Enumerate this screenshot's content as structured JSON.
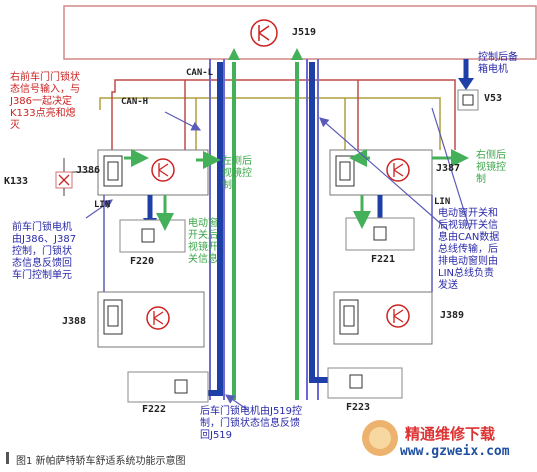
{
  "modules": {
    "j519": "J519",
    "j386": "J386",
    "j387": "J387",
    "j388": "J388",
    "j389": "J389",
    "k133": "K133",
    "v53": "V53",
    "f220": "F220",
    "f221": "F221",
    "f222": "F222",
    "f223": "F223"
  },
  "bus": {
    "can_l": "CAN-L",
    "can_h": "CAN-H",
    "lin_left": "LIN",
    "lin_right": "LIN"
  },
  "annotations": {
    "front_lock_status": "右前车门门锁状\n态信号输入，与\nJ386一起决定\nK133点亮和熄\n灭",
    "rear_trunk_motor": "控制后备\n箱电机",
    "left_mirror": "左侧后\n视镜控\n制",
    "right_mirror": "右侧后\n视镜控\n制",
    "front_lock_motor": "前车门锁电机\n由J386、J387\n控制，门锁状\n态信息反馈回\n车门控制单元",
    "window_switch": "电动窗\n开关后\n视镜开\n关信息",
    "can_lin_info": "电动窗开关和\n后视镜开关信\n息由CAN数据\n总线传输，后\n排电动窗则由\nLIN总线负责\n发送",
    "rear_lock_motor": "后车门锁电机由J519控\n制，门锁状态信息反馈\n回J519"
  },
  "caption": "图1  新帕萨特轿车舒适系统功能示意图",
  "watermark": {
    "line1": "精通维修下载",
    "line2": "www.gzweix.com"
  },
  "colors": {
    "red": "#cc2222",
    "blue_arrow": "#1f3fa8",
    "green_arrow": "#45b05a",
    "can_l_wire": "#c04a4a",
    "can_h_wire": "#b0a040",
    "lin_wire": "#5a5ab8"
  }
}
